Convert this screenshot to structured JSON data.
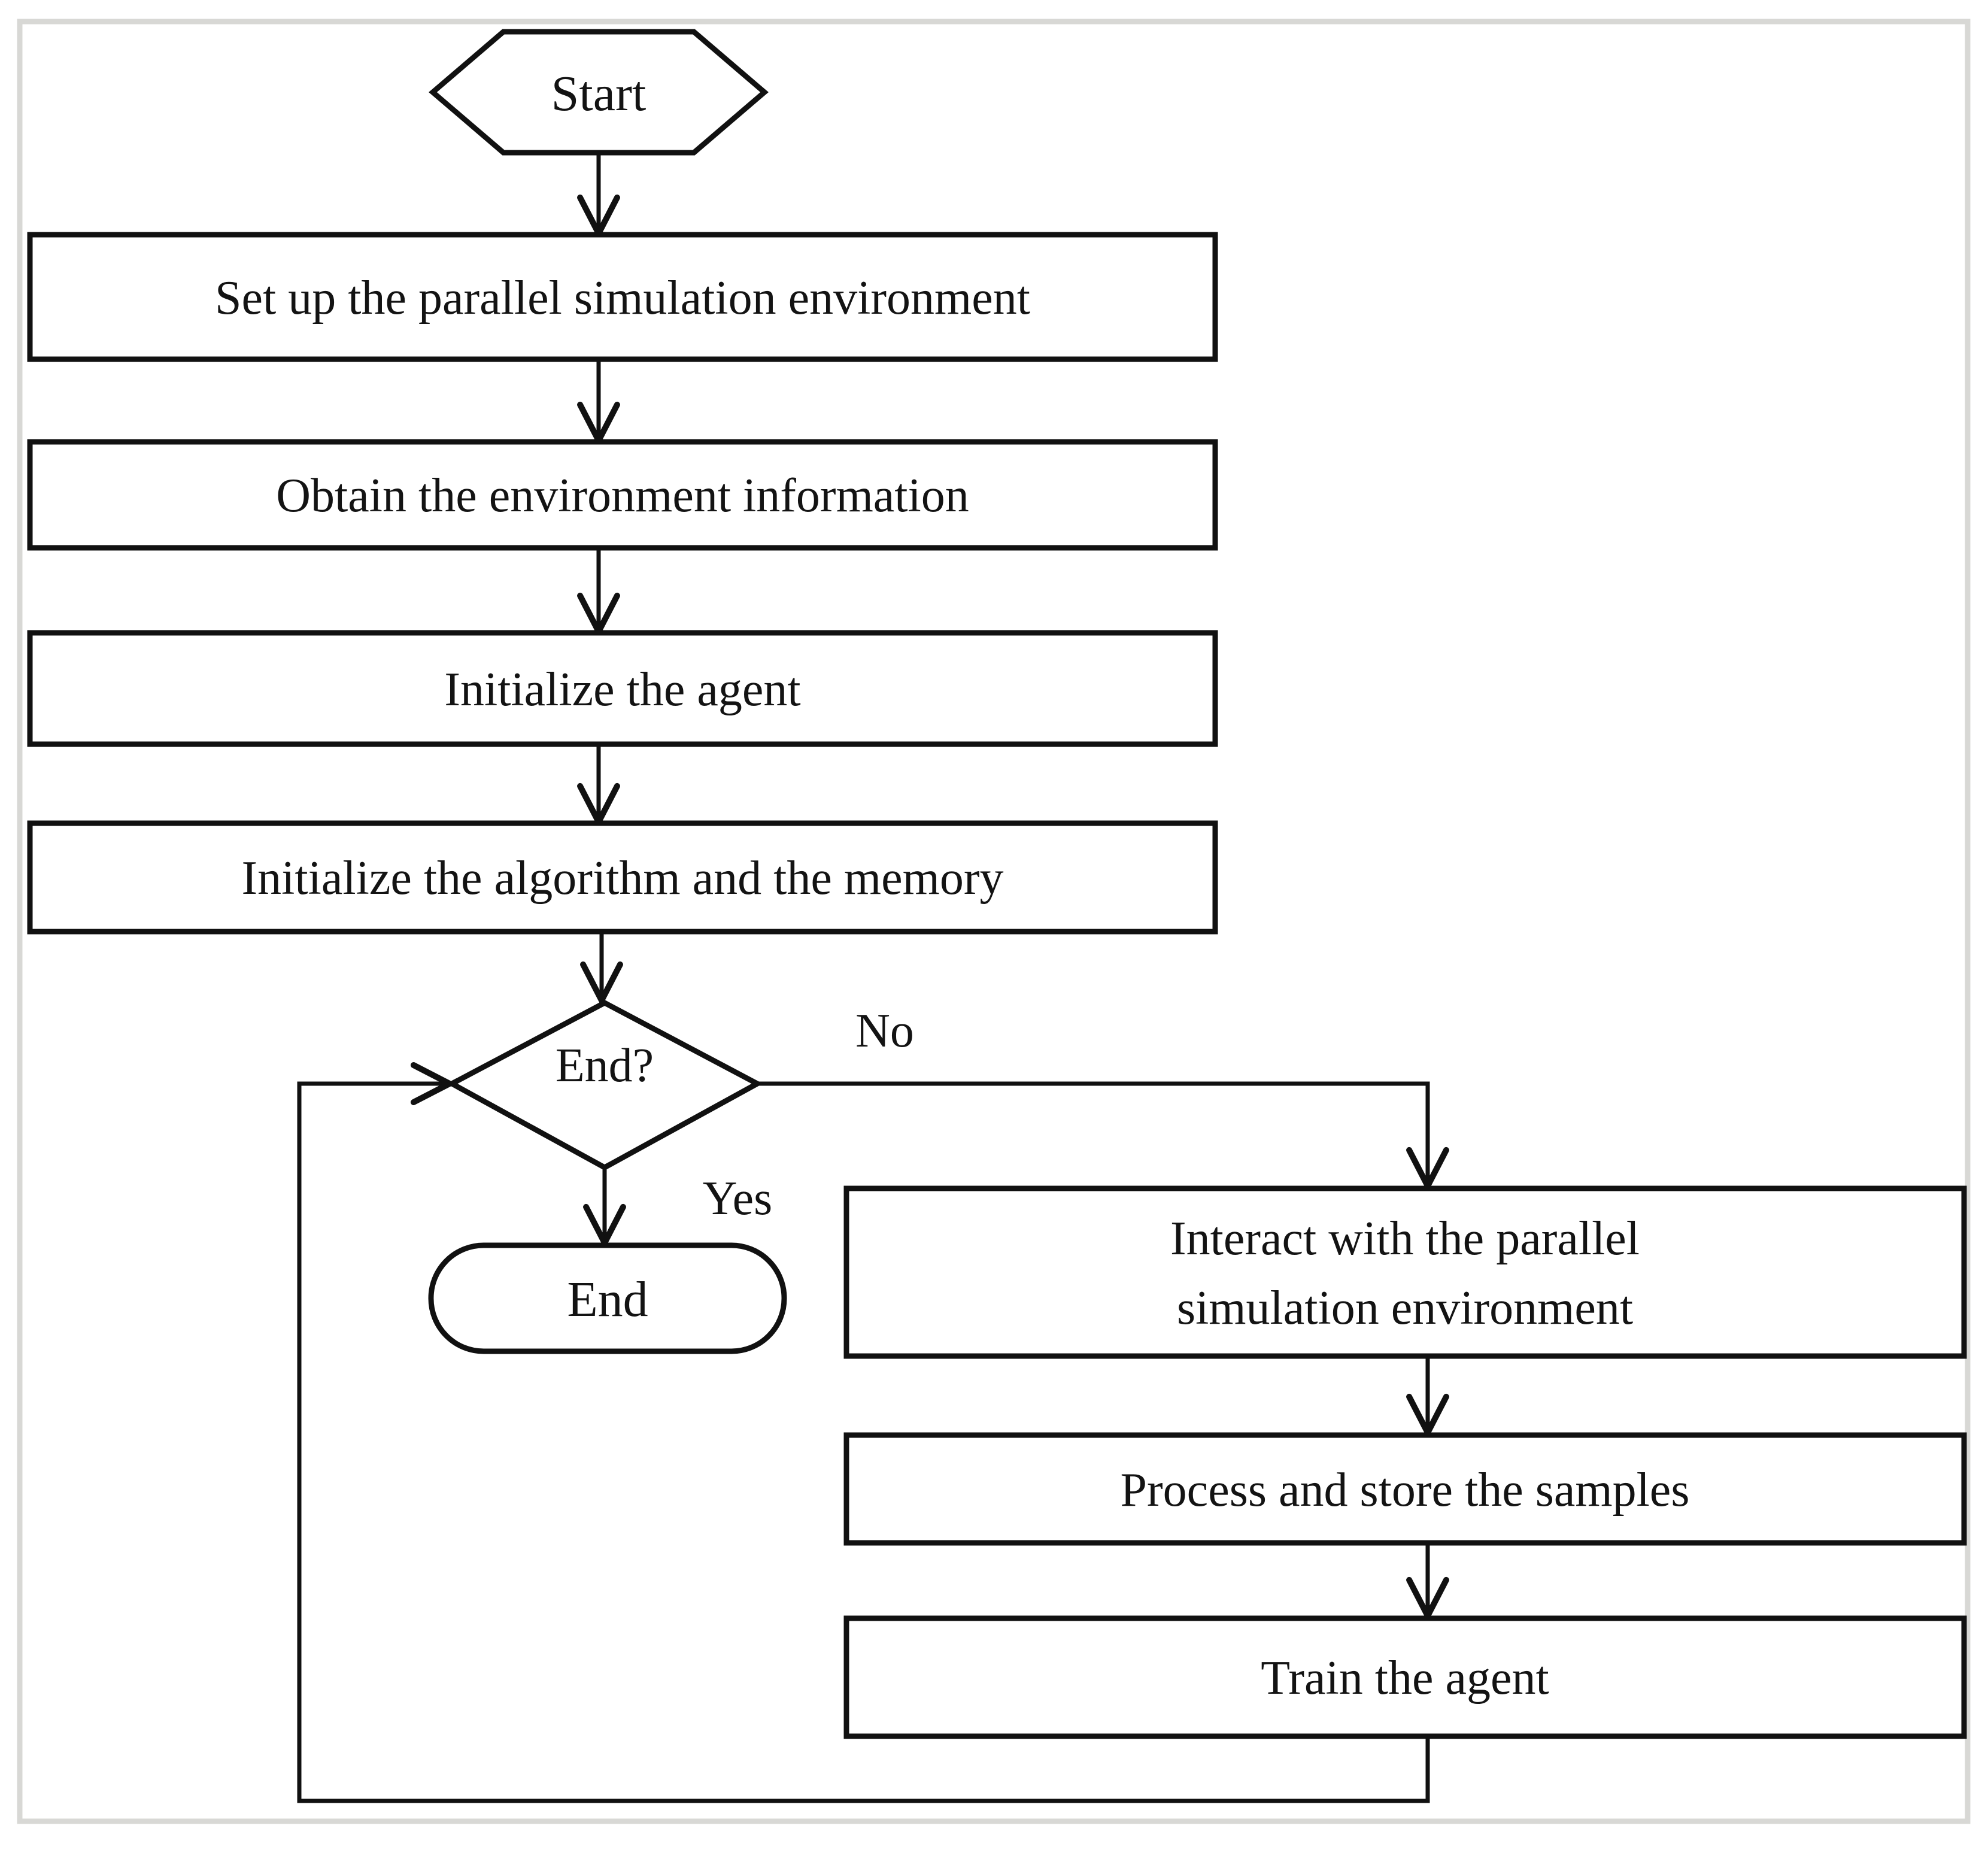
{
  "figure": {
    "type": "flowchart",
    "colors": {
      "stroke": "#111111",
      "text": "#131313",
      "background": "#ffffff",
      "frame": "#d8d8d5"
    },
    "nodes": {
      "start": {
        "shape": "hexagon-terminator",
        "label": "Start"
      },
      "setup": {
        "shape": "process",
        "label": "Set up the parallel simulation environment"
      },
      "obtain": {
        "shape": "process",
        "label": "Obtain the environment information"
      },
      "initAgent": {
        "shape": "process",
        "label": "Initialize the agent"
      },
      "initAlgo": {
        "shape": "process",
        "label": "Initialize the algorithm and the memory"
      },
      "endCheck": {
        "shape": "decision",
        "label": "End?"
      },
      "endNode": {
        "shape": "rounded-terminator",
        "label": "End"
      },
      "interact": {
        "shape": "process",
        "label": "Interact with the parallel simulation environment",
        "line1": "Interact with the parallel",
        "line2": "simulation environment"
      },
      "store": {
        "shape": "process",
        "label": "Process and store the samples"
      },
      "train": {
        "shape": "process",
        "label": "Train the agent"
      }
    },
    "branchLabels": {
      "no": "No",
      "yes": "Yes"
    }
  }
}
